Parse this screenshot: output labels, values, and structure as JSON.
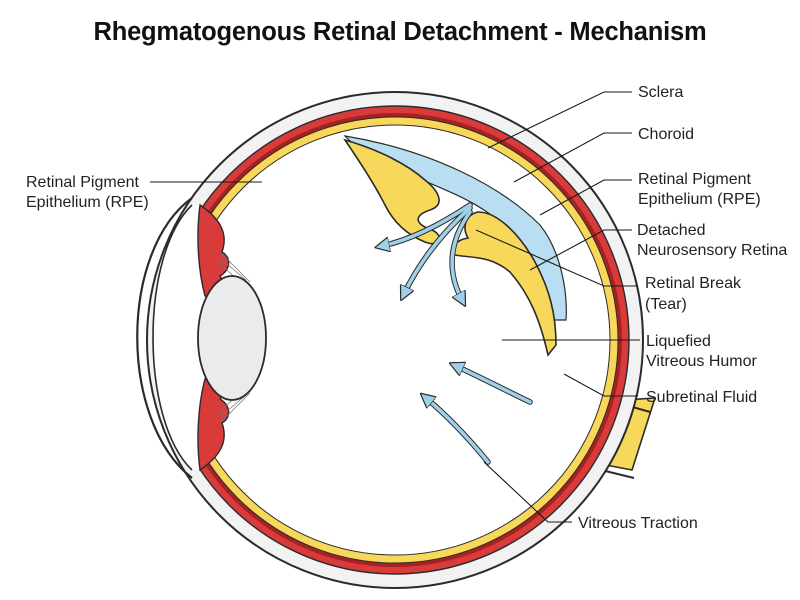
{
  "title": "Rhegmatogenous Retinal Detachment - Mechanism",
  "colors": {
    "outline": "#2b2b2b",
    "sclera": "#f2f2f2",
    "choroid": "#d93a3a",
    "rpe": "#a52222",
    "retina": "#f7d85a",
    "subretinal_fluid": "#b9def1",
    "flow_arrows": "#9fd0ea",
    "lens": "#ebebeb",
    "leader_line": "#1a1a1a"
  },
  "labels": {
    "rpe_left": [
      "Retinal Pigment",
      "Epithelium (RPE)"
    ],
    "sclera": [
      "Sclera"
    ],
    "choroid": [
      "Choroid"
    ],
    "rpe_right": [
      "Retinal Pigment",
      "Epithelium (RPE)"
    ],
    "detached_retina": [
      "Detached",
      "Neurosensory Retina"
    ],
    "retinal_break": [
      "Retinal Break",
      "(Tear)"
    ],
    "vitreous": [
      "Liquefied",
      "Vitreous Humor"
    ],
    "subretinal_fluid": [
      "Subretinal Fluid"
    ],
    "vitreous_traction": [
      "Vitreous Traction"
    ]
  }
}
